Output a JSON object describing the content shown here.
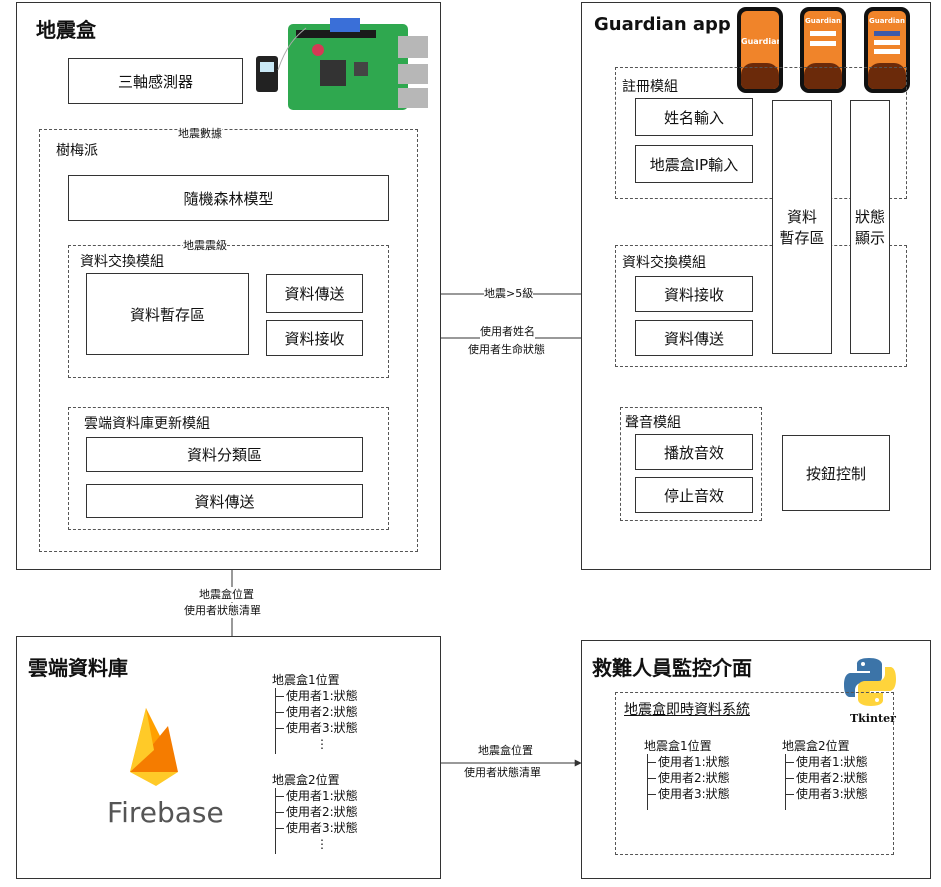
{
  "earthquake_box": {
    "title": "地震盒",
    "sensor": "三軸感測器",
    "raspberry_pi": "樹梅派",
    "random_forest": "隨機森林模型",
    "exchange_module": "資料交換模組",
    "buffer": "資料暫存區",
    "send": "資料傳送",
    "receive": "資料接收",
    "cloud_update_module": "雲端資料庫更新模組",
    "classify": "資料分類區",
    "cloud_send": "資料傳送"
  },
  "edge_labels": {
    "seismic_data": "地震數據",
    "seismic_level": "地震震級",
    "quake_gt5": "地震>5級",
    "user_name": "使用者姓名",
    "user_vitals": "使用者生命狀態",
    "box_location_1": "地震盒位置",
    "user_status_list_1": "使用者狀態清單",
    "box_location_2": "地震盒位置",
    "user_status_list_2": "使用者狀態清單"
  },
  "guardian_app": {
    "title": "Guardian app",
    "phone_brand": "Guardian",
    "register_module": "註冊模組",
    "name_input": "姓名輸入",
    "box_ip_input": "地震盒IP輸入",
    "storage_line1": "資料",
    "storage_line2": "暫存區",
    "status_line1": "狀態",
    "status_line2": "顯示",
    "exchange_module": "資料交換模組",
    "receive": "資料接收",
    "send": "資料傳送",
    "sound_module": "聲音模組",
    "play": "播放音效",
    "stop": "停止音效",
    "button_control": "按鈕控制"
  },
  "cloud_db": {
    "title": "雲端資料庫",
    "logo_text": "Firebase",
    "box1_location": "地震盒1位置",
    "box1_users": [
      "使用者1:狀態",
      "使用者2:狀態",
      "使用者3:狀態"
    ],
    "box2_location": "地震盒2位置",
    "box2_users": [
      "使用者1:狀態",
      "使用者2:狀態",
      "使用者3:狀態"
    ],
    "ellipsis": "⋮"
  },
  "rescue_ui": {
    "title": "救難人員監控介面",
    "logo_text": "Tkinter",
    "realtime_system": "地震盒即時資料系統",
    "box1_location": "地震盒1位置",
    "box1_users": [
      "使用者1:狀態",
      "使用者2:狀態",
      "使用者3:狀態"
    ],
    "box2_location": "地震盒2位置",
    "box2_users": [
      "使用者1:狀態",
      "使用者2:狀態",
      "使用者3:狀態"
    ]
  },
  "colors": {
    "line": "#333333",
    "firebase_orange": "#f5820d",
    "firebase_yellow": "#ffca28",
    "python_blue": "#3c74a8",
    "python_yellow": "#ffd43b",
    "pcb_green": "#2fa84f",
    "app_orange": "#f0842a"
  }
}
